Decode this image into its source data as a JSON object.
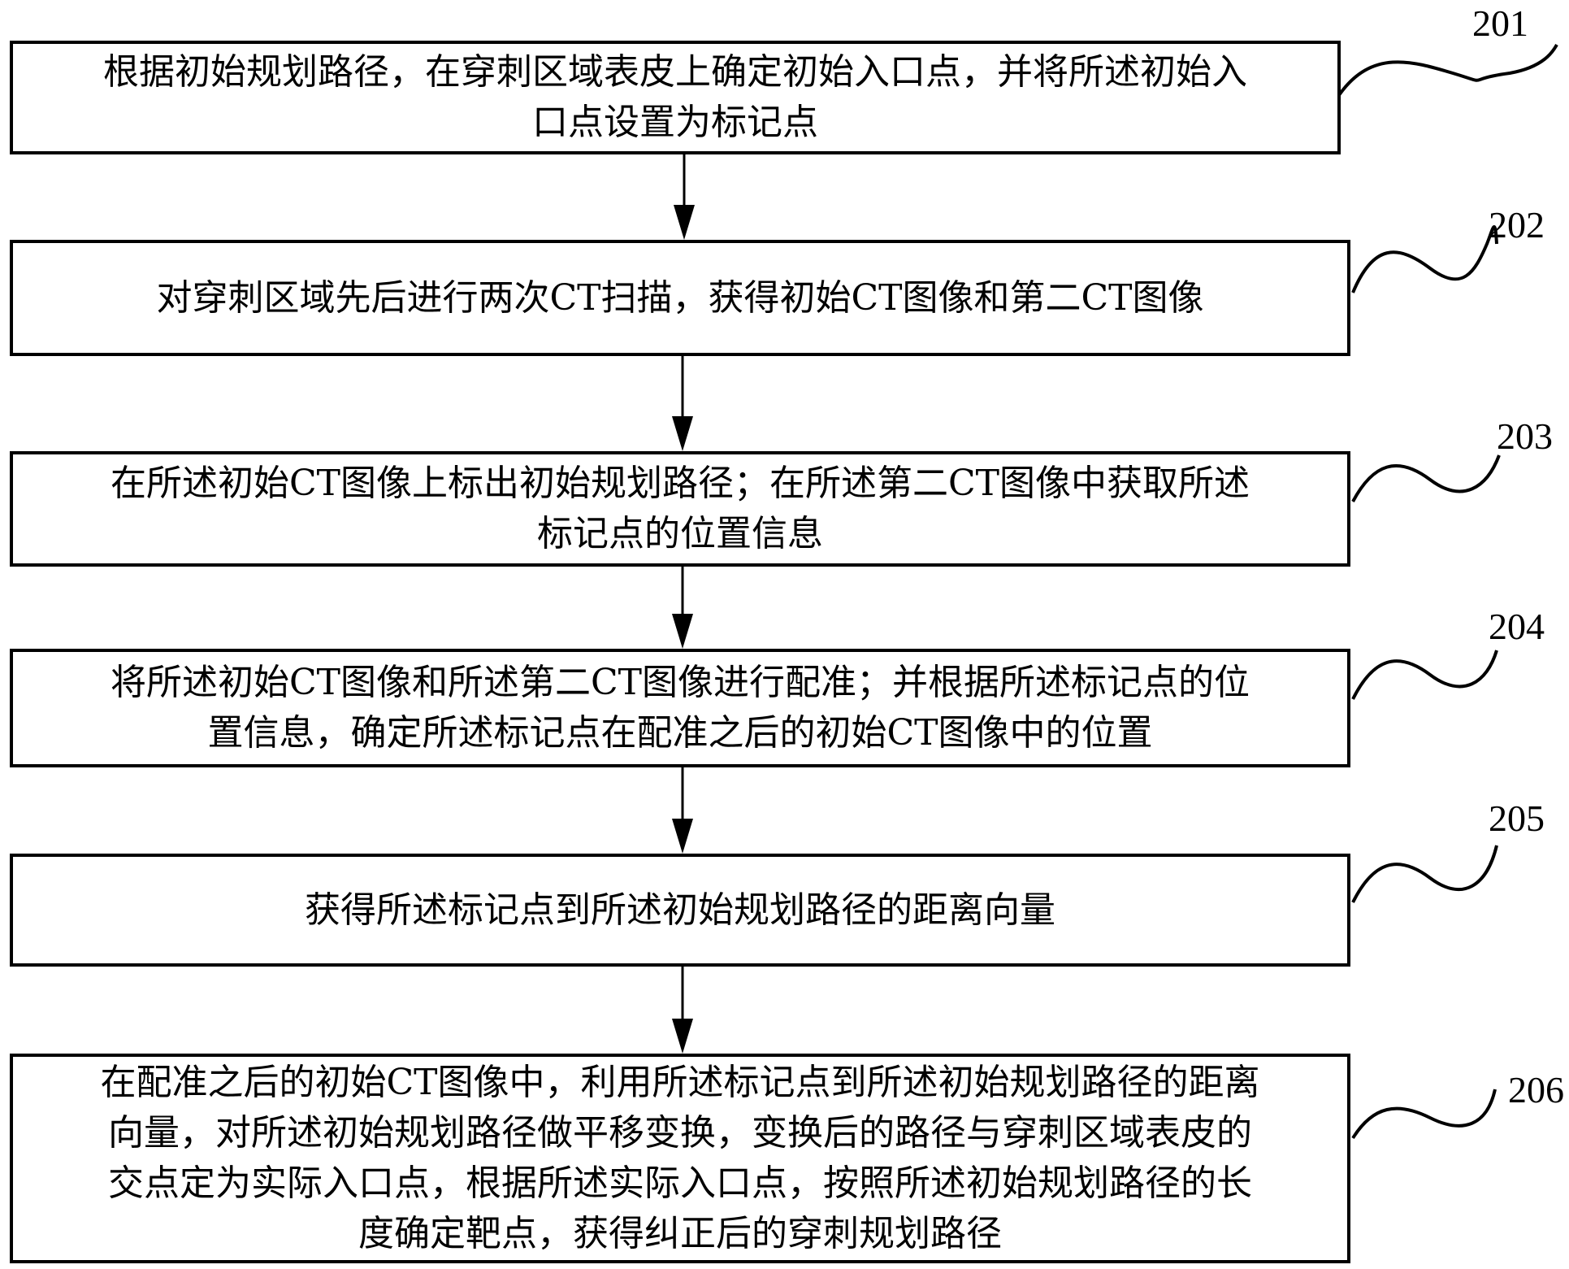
{
  "diagram": {
    "type": "flowchart",
    "steps": [
      {
        "id": "201",
        "lines": [
          "根据初始规划路径，在穿刺区域表皮上确定初始入口点，并将所述初始入",
          "口点设置为标记点"
        ]
      },
      {
        "id": "202",
        "lines": [
          "对穿刺区域先后进行两次CT扫描，获得初始CT图像和第二CT图像"
        ]
      },
      {
        "id": "203",
        "lines": [
          "在所述初始CT图像上标出初始规划路径；在所述第二CT图像中获取所述",
          "标记点的位置信息"
        ]
      },
      {
        "id": "204",
        "lines": [
          "将所述初始CT图像和所述第二CT图像进行配准；并根据所述标记点的位",
          "置信息，确定所述标记点在配准之后的初始CT图像中的位置"
        ]
      },
      {
        "id": "205",
        "lines": [
          "获得所述标记点到所述初始规划路径的距离向量"
        ]
      },
      {
        "id": "206",
        "lines": [
          "在配准之后的初始CT图像中，利用所述标记点到所述初始规划路径的距离",
          "向量，对所述初始规划路径做平移变换，变换后的路径与穿刺区域表皮的",
          "交点定为实际入口点，根据所述实际入口点，按照所述初始规划路径的长",
          "度确定靶点，获得纠正后的穿刺规划路径"
        ]
      }
    ],
    "stroke_color": "#000000",
    "background_color": "#ffffff"
  }
}
